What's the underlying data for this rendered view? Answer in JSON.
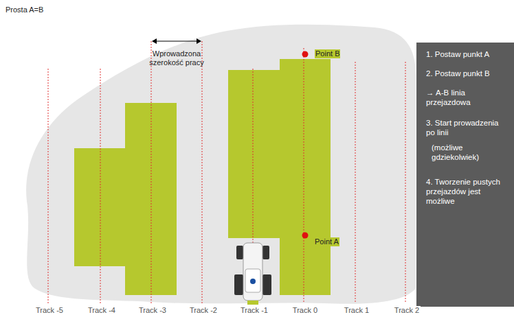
{
  "diagram": {
    "title": "Prosta A=B",
    "nodes": [
      {
        "text": [
          "1. Postaw punkt A",
          "2. Postaw punkt B",
          "→ A-B linia przejazdowa",
          "3. Start prowadzenia po linii",
          "(możliwe gdziekolwiek)",
          "4. Tworzenie pustych przejazdów jest możliwe"
        ]
      }
    ],
    "labels": [
      "Wprowadzona szerokość pracy",
      "Point B",
      "Point A",
      "Track -5",
      "Track -4",
      "Track -3",
      "Track -2",
      "Track -1",
      "Track 0",
      "Track 1",
      "Track 2"
    ]
  }
}
